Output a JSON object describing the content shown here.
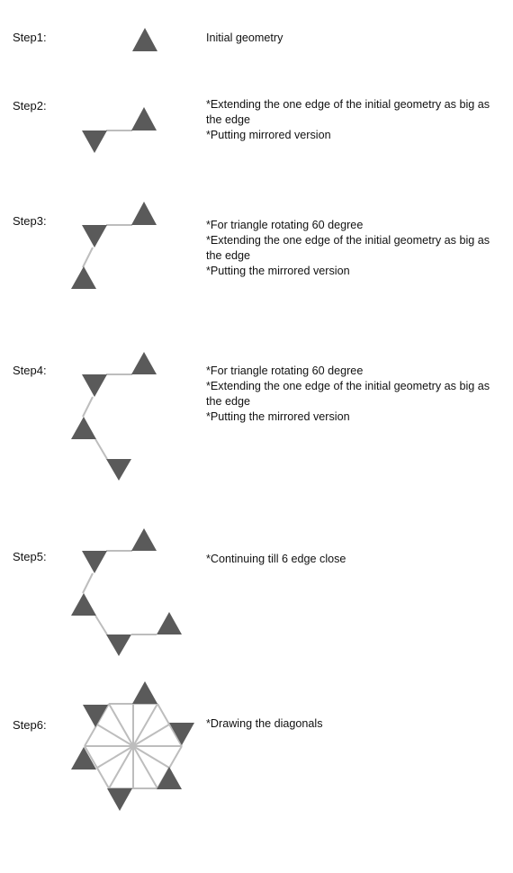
{
  "steps": [
    {
      "label": "Step1:",
      "lines": [
        "Initial geometry"
      ]
    },
    {
      "label": "Step2:",
      "lines": [
        "*Extending the one edge of the initial geometry as big as the edge",
        "*Putting mirrored version"
      ]
    },
    {
      "label": "Step3:",
      "lines": [
        "*For triangle rotating 60 degree",
        "*Extending the one edge of the initial geometry as big as the edge",
        "*Putting the mirrored version"
      ]
    },
    {
      "label": "Step4:",
      "lines": [
        "*For triangle rotating 60 degree",
        "*Extending the one edge of the initial geometry as big as the edge",
        "*Putting the mirrored version"
      ]
    },
    {
      "label": "Step5:",
      "lines": [
        "*Continuing till 6 edge close"
      ]
    },
    {
      "label": "Step6:",
      "lines": [
        "*Drawing the diagonals"
      ]
    }
  ],
  "colors": {
    "triangle": "#5a5a5a",
    "connector": "#bdbdbd",
    "diagonal": "#bdbdbd"
  }
}
